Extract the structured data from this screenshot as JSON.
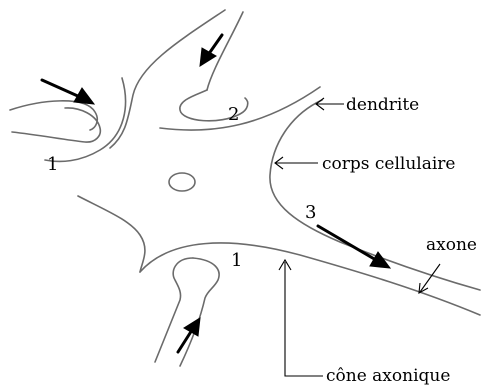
{
  "labels": {
    "dendrite": "dendrite",
    "cell_body": "corps cellulaire",
    "axon": "axone",
    "axon_hillock": "cône axonique"
  },
  "numbers": {
    "synapse_left": "1",
    "synapse_top": "2",
    "synapse_bottom": "1",
    "axon_signal": "3"
  },
  "colors": {
    "outline": "#6b6b6b",
    "ink": "#000000",
    "background": "#ffffff"
  }
}
